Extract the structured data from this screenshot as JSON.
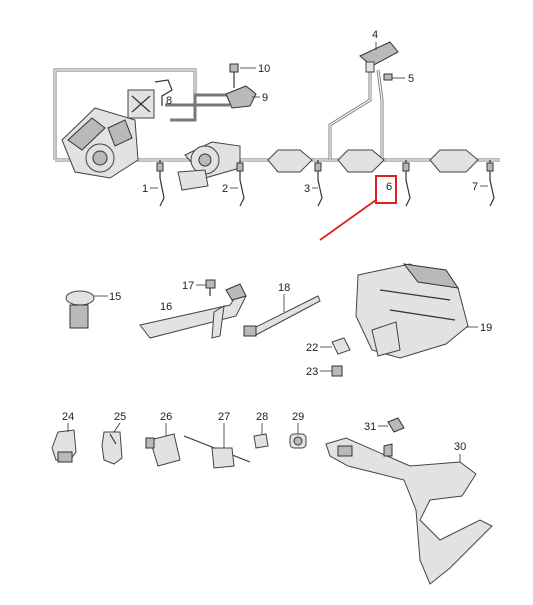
{
  "callouts": {
    "c1": "1",
    "c2": "2",
    "c3": "3",
    "c4": "4",
    "c5": "5",
    "c6": "6",
    "c7": "7",
    "c8": "8",
    "c9": "9",
    "c10": "10",
    "c15": "15",
    "c16": "16",
    "c17": "17",
    "c18": "18",
    "c19": "19",
    "c22": "22",
    "c23": "23",
    "c24": "24",
    "c25": "25",
    "c26": "26",
    "c27": "27",
    "c28": "28",
    "c29": "29",
    "c30": "30",
    "c31": "31"
  },
  "highlight": {
    "color": "#e02020",
    "target": "6"
  }
}
